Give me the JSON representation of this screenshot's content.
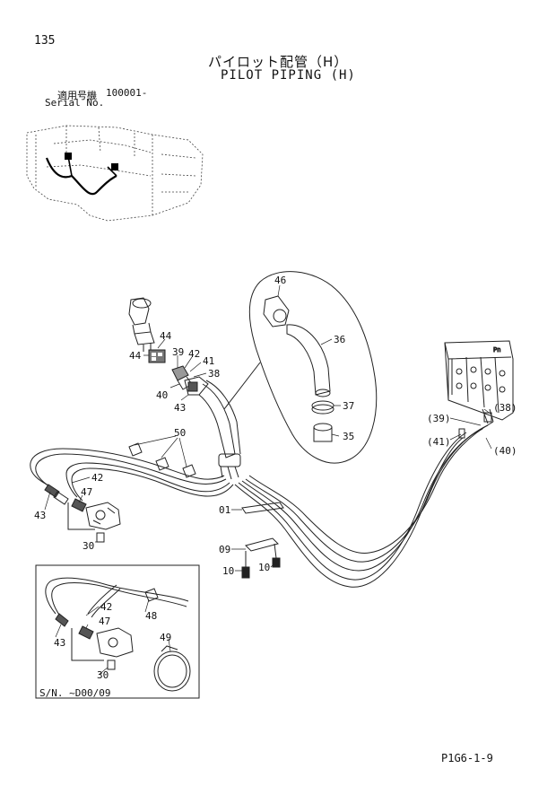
{
  "page": {
    "number": "135",
    "title_jp": "パイロット配管（H）",
    "title_en": "PILOT PIPING (H)",
    "serial_label_jp": "適用号機",
    "serial_value": "100001-",
    "serial_label_en": "Serial No.",
    "footer_code": "P1G6-1-9",
    "inset_note": "S/N. ~D00/09"
  },
  "callouts": {
    "c44a": "44",
    "c44b": "44",
    "c39": "39",
    "c42a": "42",
    "c41": "41",
    "c38": "38",
    "c40": "40",
    "c43a": "43",
    "c46": "46",
    "c36": "36",
    "c37": "37",
    "c35": "35",
    "c50": "50",
    "c42b": "42",
    "c47a": "47",
    "c43b": "43",
    "c30a": "30",
    "c01": "01",
    "c09": "09",
    "c10a": "10",
    "c10b": "10",
    "cp39": "(39)",
    "cp38": "(38)",
    "cp41": "(41)",
    "cp40": "(40)",
    "c42c": "42",
    "c48": "48",
    "c47b": "47",
    "c49": "49",
    "c43c": "43",
    "c30b": "30"
  }
}
